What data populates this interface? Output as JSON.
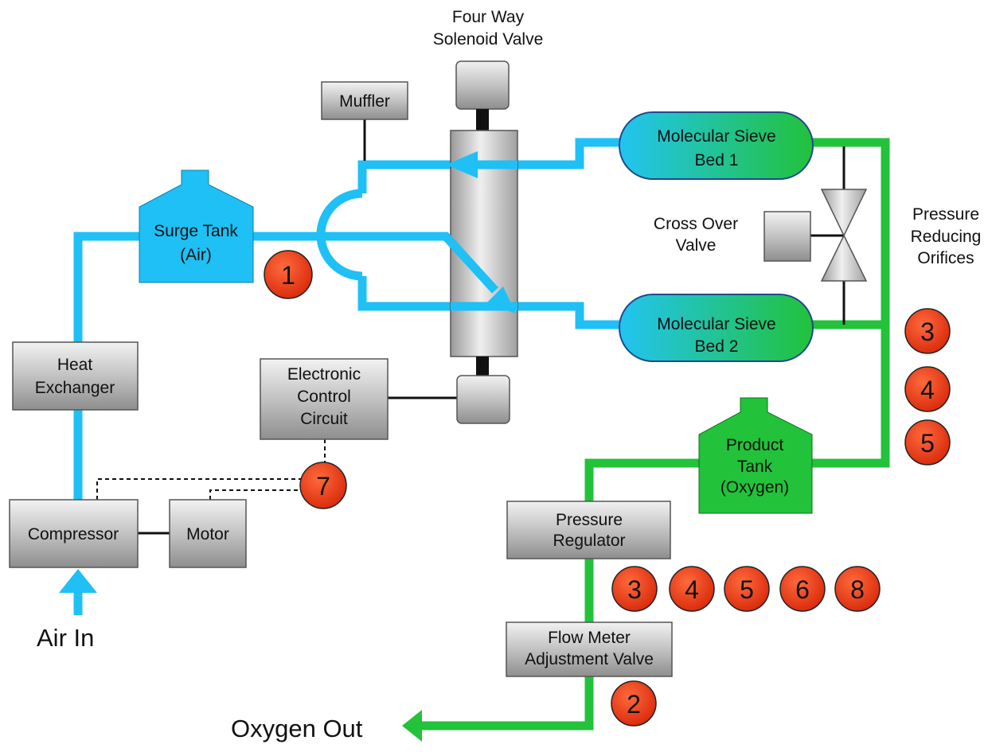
{
  "colors": {
    "air_line": "#1EC0F5",
    "oxygen_line": "#22C23A",
    "badge_fill": "#F0350E",
    "component_gray": "#BDBDBD",
    "wire": "#111111"
  },
  "labels": {
    "solenoid_valve": [
      "Four Way",
      "Solenoid Valve"
    ],
    "muffler": "Muffler",
    "surge_tank": [
      "Surge Tank",
      "(Air)"
    ],
    "sieve_bed_1": [
      "Molecular Sieve",
      "Bed 1"
    ],
    "sieve_bed_2": [
      "Molecular Sieve",
      "Bed 2"
    ],
    "cross_over_valve": [
      "Cross Over",
      "Valve"
    ],
    "pressure_reducing_orifices": [
      "Pressure",
      "Reducing",
      "Orifices"
    ],
    "heat_exchanger": [
      "Heat",
      "Exchanger"
    ],
    "control_circuit": [
      "Electronic",
      "Control",
      "Circuit"
    ],
    "compressor": "Compressor",
    "motor": "Motor",
    "product_tank": [
      "Product",
      "Tank",
      "(Oxygen)"
    ],
    "pressure_regulator": [
      "Pressure",
      "Regulator"
    ],
    "flow_meter": [
      "Flow Meter",
      "Adjustment Valve"
    ],
    "air_in": "Air In",
    "oxygen_out": "Oxygen Out"
  },
  "badges": {
    "surge_tank": "1",
    "flow_meter": "2",
    "orifices": [
      "3",
      "4",
      "5"
    ],
    "regulator": [
      "3",
      "4",
      "5",
      "6",
      "8"
    ],
    "control": "7"
  }
}
